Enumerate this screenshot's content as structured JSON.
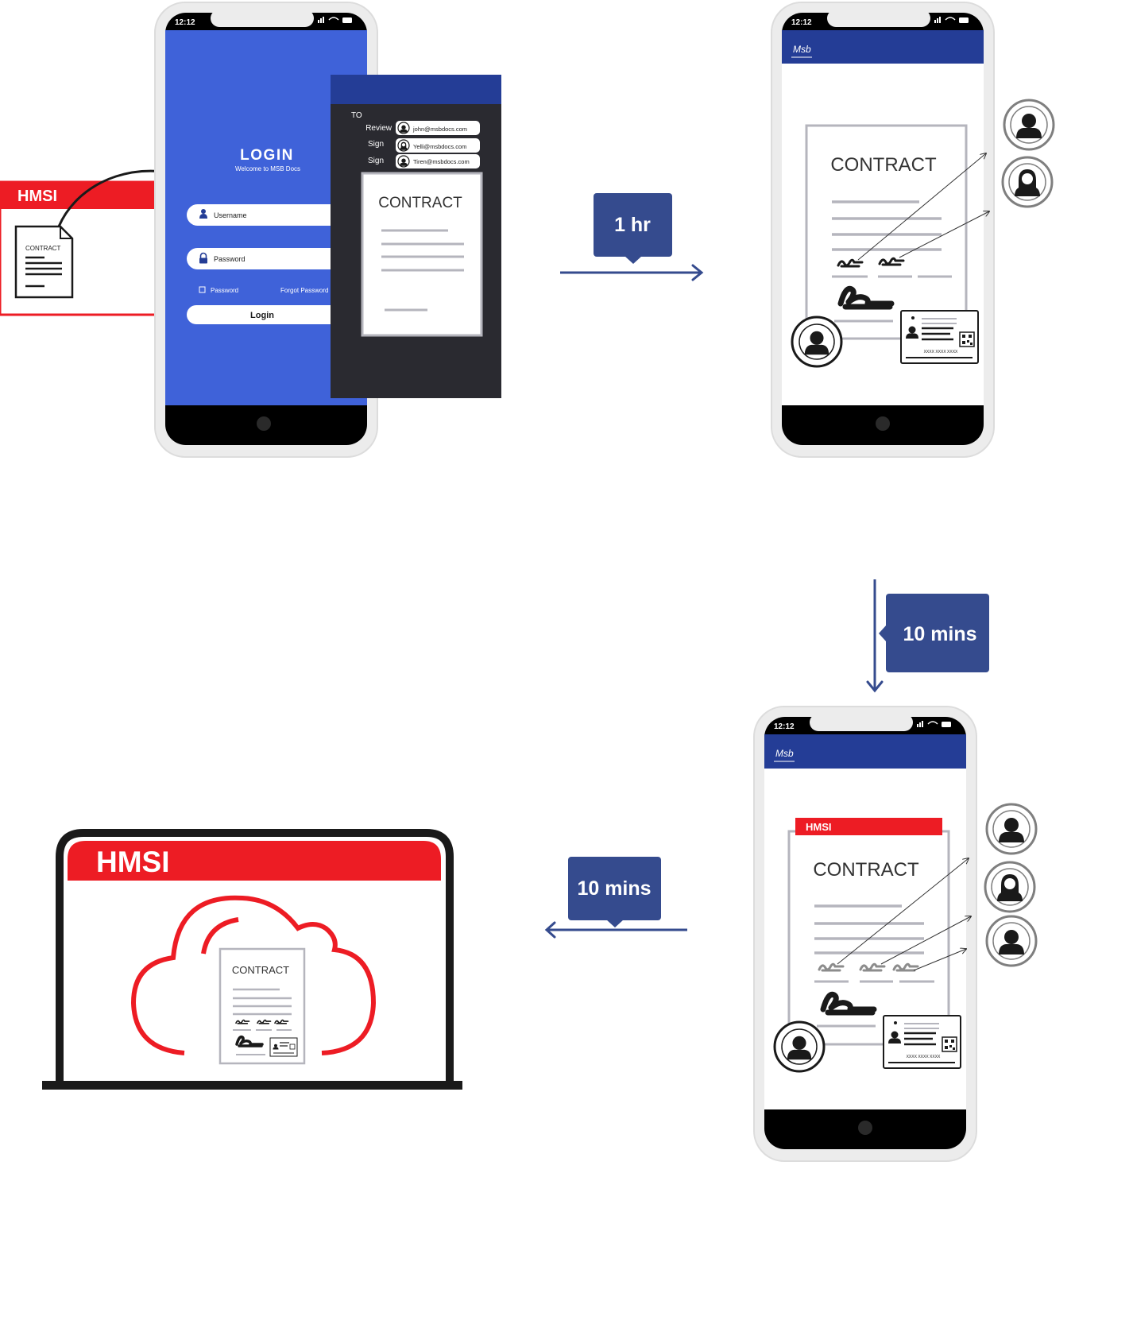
{
  "colors": {
    "blue_login": "#3f62d9",
    "navy": "#243d96",
    "badge": "#354b8e",
    "red": "#ed1c24",
    "dark_panel": "#2a2a30",
    "phone_frame": "#ececec",
    "line_grey": "#b5b5bd"
  },
  "status_time": "12:12",
  "hmsi_doc": {
    "brand": "HMSI",
    "doc_label": "CONTRACT"
  },
  "login_phone": {
    "title": "LOGIN",
    "subtitle": "Welcome to MSB Docs",
    "username_placeholder": "Username",
    "password_placeholder": "Password",
    "remember_label": "Password",
    "forgot_label": "Forgot Password",
    "login_button": "Login"
  },
  "recipients_panel": {
    "to_label": "TO",
    "recipients": [
      {
        "role": "Review",
        "email": "john@msbdocs.com"
      },
      {
        "role": "Sign",
        "email": "Yelli@msbdocs.com"
      },
      {
        "role": "Sign",
        "email": "Tiren@msbdocs.com"
      }
    ],
    "doc_title": "CONTRACT"
  },
  "steps": [
    {
      "time": "1 hr"
    },
    {
      "time": "10 mins"
    },
    {
      "time": "10 mins"
    }
  ],
  "signing_phone": {
    "doc_title": "CONTRACT",
    "id_number": "XXXX XXXX XXXX",
    "logo_text": "Msb"
  },
  "final_phone": {
    "brand": "HMSI",
    "doc_title": "CONTRACT",
    "id_number": "XXXX XXXX XXXX",
    "logo_text": "Msb"
  },
  "laptop": {
    "brand": "HMSI",
    "doc_title": "CONTRACT"
  },
  "icons": {
    "user": "user-icon",
    "user_female": "user-female-icon",
    "signature": "signature-icon",
    "id_card": "id-card-icon",
    "cloud": "cloud-icon",
    "lock": "lock-icon",
    "home_button": "home-button-icon"
  }
}
